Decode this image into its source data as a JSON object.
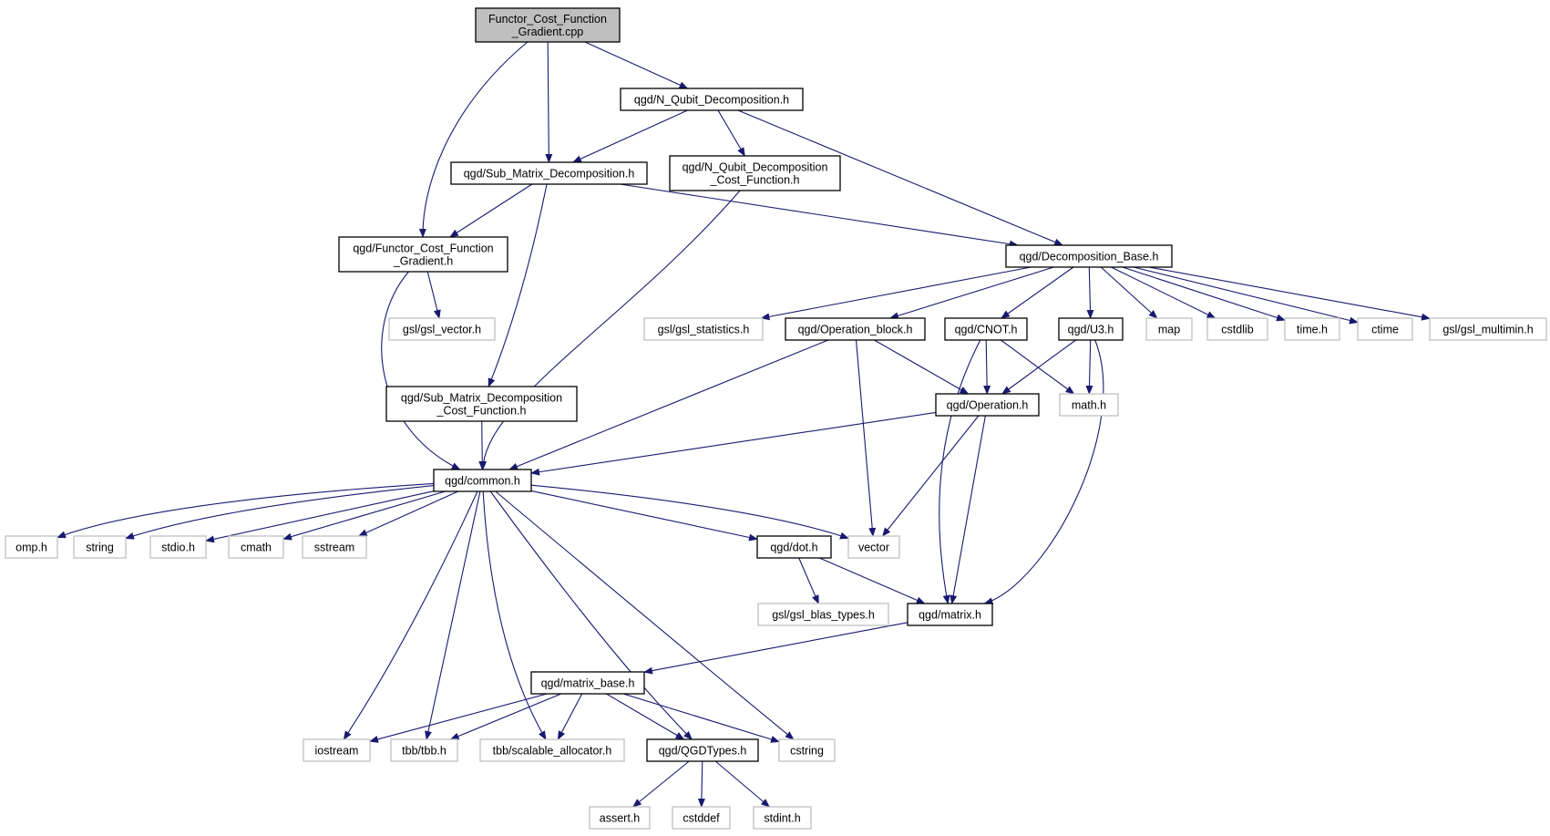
{
  "colors": {
    "edge": "#191970",
    "local_border": "#000000",
    "external_border": "#bfbfbf",
    "root_fill": "#bfbfbf",
    "background": "#ffffff"
  },
  "nodes": [
    {
      "id": "root",
      "lines": [
        "Functor_Cost_Function",
        "_Gradient.cpp"
      ],
      "kind": "root"
    },
    {
      "id": "nqd",
      "lines": [
        "qgd/N_Qubit_Decomposition.h"
      ],
      "kind": "local"
    },
    {
      "id": "smd",
      "lines": [
        "qgd/Sub_Matrix_Decomposition.h"
      ],
      "kind": "local"
    },
    {
      "id": "nqdcf",
      "lines": [
        "qgd/N_Qubit_Decomposition",
        "_Cost_Function.h"
      ],
      "kind": "local"
    },
    {
      "id": "fcfg",
      "lines": [
        "qgd/Functor_Cost_Function",
        "_Gradient.h"
      ],
      "kind": "local"
    },
    {
      "id": "db",
      "lines": [
        "qgd/Decomposition_Base.h"
      ],
      "kind": "local"
    },
    {
      "id": "gslvec",
      "lines": [
        "gsl/gsl_vector.h"
      ],
      "kind": "external"
    },
    {
      "id": "gslstat",
      "lines": [
        "gsl/gsl_statistics.h"
      ],
      "kind": "external"
    },
    {
      "id": "opblock",
      "lines": [
        "qgd/Operation_block.h"
      ],
      "kind": "local"
    },
    {
      "id": "cnot",
      "lines": [
        "qgd/CNOT.h"
      ],
      "kind": "local"
    },
    {
      "id": "u3",
      "lines": [
        "qgd/U3.h"
      ],
      "kind": "local"
    },
    {
      "id": "map",
      "lines": [
        "map"
      ],
      "kind": "external"
    },
    {
      "id": "cstdlib",
      "lines": [
        "cstdlib"
      ],
      "kind": "external"
    },
    {
      "id": "timeh",
      "lines": [
        "time.h"
      ],
      "kind": "external"
    },
    {
      "id": "ctime",
      "lines": [
        "ctime"
      ],
      "kind": "external"
    },
    {
      "id": "gslmin",
      "lines": [
        "gsl/gsl_multimin.h"
      ],
      "kind": "external"
    },
    {
      "id": "smdcf",
      "lines": [
        "qgd/Sub_Matrix_Decomposition",
        "_Cost_Function.h"
      ],
      "kind": "local"
    },
    {
      "id": "operation",
      "lines": [
        "qgd/Operation.h"
      ],
      "kind": "local"
    },
    {
      "id": "mathh",
      "lines": [
        "math.h"
      ],
      "kind": "external"
    },
    {
      "id": "common",
      "lines": [
        "qgd/common.h"
      ],
      "kind": "local"
    },
    {
      "id": "omp",
      "lines": [
        "omp.h"
      ],
      "kind": "external"
    },
    {
      "id": "string",
      "lines": [
        "string"
      ],
      "kind": "external"
    },
    {
      "id": "stdio",
      "lines": [
        "stdio.h"
      ],
      "kind": "external"
    },
    {
      "id": "cmath",
      "lines": [
        "cmath"
      ],
      "kind": "external"
    },
    {
      "id": "sstream",
      "lines": [
        "sstream"
      ],
      "kind": "external"
    },
    {
      "id": "dot",
      "lines": [
        "qgd/dot.h"
      ],
      "kind": "local"
    },
    {
      "id": "vector",
      "lines": [
        "vector"
      ],
      "kind": "external"
    },
    {
      "id": "blastypes",
      "lines": [
        "gsl/gsl_blas_types.h"
      ],
      "kind": "external"
    },
    {
      "id": "matrix",
      "lines": [
        "qgd/matrix.h"
      ],
      "kind": "local"
    },
    {
      "id": "matrixbase",
      "lines": [
        "qgd/matrix_base.h"
      ],
      "kind": "local"
    },
    {
      "id": "iostream",
      "lines": [
        "iostream"
      ],
      "kind": "external"
    },
    {
      "id": "tbb",
      "lines": [
        "tbb/tbb.h"
      ],
      "kind": "external"
    },
    {
      "id": "scalable",
      "lines": [
        "tbb/scalable_allocator.h"
      ],
      "kind": "external"
    },
    {
      "id": "qgdtypes",
      "lines": [
        "qgd/QGDTypes.h"
      ],
      "kind": "local"
    },
    {
      "id": "cstring",
      "lines": [
        "cstring"
      ],
      "kind": "external"
    },
    {
      "id": "asserth",
      "lines": [
        "assert.h"
      ],
      "kind": "external"
    },
    {
      "id": "cstddef",
      "lines": [
        "cstddef"
      ],
      "kind": "external"
    },
    {
      "id": "stdint",
      "lines": [
        "stdint.h"
      ],
      "kind": "external"
    }
  ],
  "edges": [
    [
      "root",
      "nqd"
    ],
    [
      "root",
      "smd"
    ],
    [
      "root",
      "fcfg"
    ],
    [
      "nqd",
      "smd"
    ],
    [
      "nqd",
      "nqdcf"
    ],
    [
      "nqd",
      "db"
    ],
    [
      "smd",
      "fcfg"
    ],
    [
      "smd",
      "db"
    ],
    [
      "smd",
      "smdcf"
    ],
    [
      "nqdcf",
      "common"
    ],
    [
      "fcfg",
      "gslvec"
    ],
    [
      "fcfg",
      "common"
    ],
    [
      "db",
      "gslstat"
    ],
    [
      "db",
      "opblock"
    ],
    [
      "db",
      "cnot"
    ],
    [
      "db",
      "u3"
    ],
    [
      "db",
      "map"
    ],
    [
      "db",
      "cstdlib"
    ],
    [
      "db",
      "timeh"
    ],
    [
      "db",
      "ctime"
    ],
    [
      "db",
      "gslmin"
    ],
    [
      "opblock",
      "operation"
    ],
    [
      "opblock",
      "common"
    ],
    [
      "opblock",
      "vector"
    ],
    [
      "cnot",
      "operation"
    ],
    [
      "cnot",
      "mathh"
    ],
    [
      "cnot",
      "matrix"
    ],
    [
      "u3",
      "operation"
    ],
    [
      "u3",
      "mathh"
    ],
    [
      "u3",
      "matrix"
    ],
    [
      "smdcf",
      "common"
    ],
    [
      "operation",
      "common"
    ],
    [
      "operation",
      "vector"
    ],
    [
      "operation",
      "matrix"
    ],
    [
      "common",
      "omp"
    ],
    [
      "common",
      "string"
    ],
    [
      "common",
      "stdio"
    ],
    [
      "common",
      "cmath"
    ],
    [
      "common",
      "sstream"
    ],
    [
      "common",
      "dot"
    ],
    [
      "common",
      "vector"
    ],
    [
      "common",
      "iostream"
    ],
    [
      "common",
      "tbb"
    ],
    [
      "common",
      "scalable"
    ],
    [
      "common",
      "qgdtypes"
    ],
    [
      "common",
      "cstring"
    ],
    [
      "dot",
      "blastypes"
    ],
    [
      "dot",
      "matrix"
    ],
    [
      "matrix",
      "matrixbase"
    ],
    [
      "matrixbase",
      "iostream"
    ],
    [
      "matrixbase",
      "tbb"
    ],
    [
      "matrixbase",
      "scalable"
    ],
    [
      "matrixbase",
      "qgdtypes"
    ],
    [
      "matrixbase",
      "cstring"
    ],
    [
      "qgdtypes",
      "asserth"
    ],
    [
      "qgdtypes",
      "cstddef"
    ],
    [
      "qgdtypes",
      "stdint"
    ]
  ]
}
